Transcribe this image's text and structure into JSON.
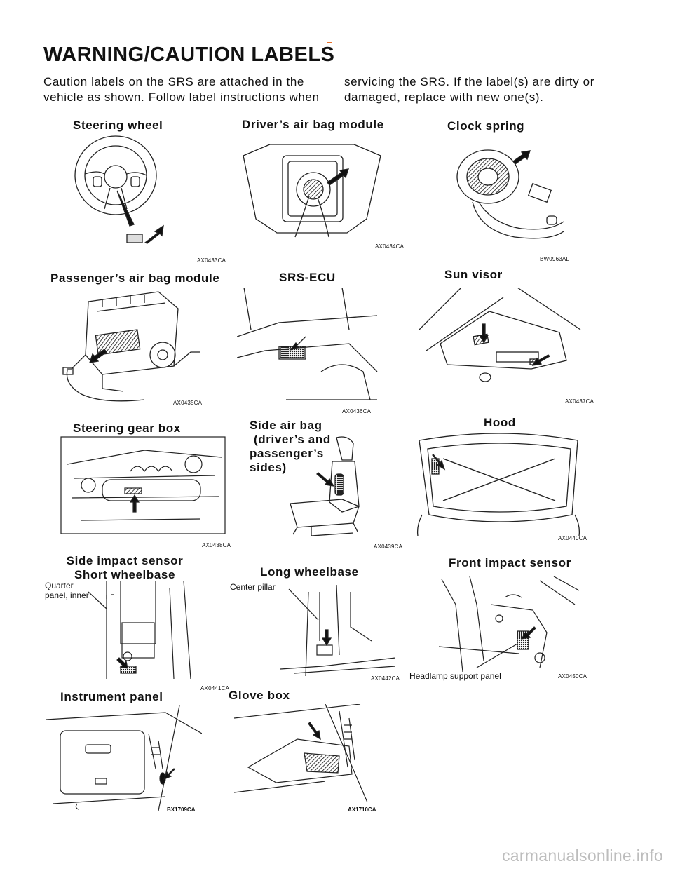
{
  "page": {
    "title": "WARNING/CAUTION LABELS",
    "intro_left_1": "Caution labels on the SRS are attached in the",
    "intro_left_2": "vehicle as shown. Follow label instructions when",
    "intro_right_1": "servicing the SRS. If the label(s) are dirty or",
    "intro_right_2": "damaged, replace with new one(s).",
    "watermark": "carmanualsonline.info"
  },
  "figures": {
    "steering_wheel": {
      "caption": "Steering wheel",
      "code": "AX0433CA"
    },
    "driver_airbag": {
      "caption": "Driver’s air bag module",
      "code": "AX0434CA"
    },
    "clock_spring": {
      "caption": "Clock spring",
      "code": "BW0963AL"
    },
    "passenger_airbag": {
      "caption": "Passenger’s air bag module",
      "code": "AX0435CA"
    },
    "srs_ecu": {
      "caption": "SRS-ECU",
      "code": "AX0436CA"
    },
    "sun_visor": {
      "caption": "Sun visor",
      "code": "AX0437CA"
    },
    "steering_gear": {
      "caption": "Steering gear box",
      "code": "AX0438CA"
    },
    "side_airbag": {
      "caption_1": "Side air bag",
      "caption_2": "(driver’s and",
      "caption_3": "passenger’s",
      "caption_4": "sides)",
      "code": "AX0439CA"
    },
    "hood": {
      "caption": "Hood",
      "code": "AX0440CA"
    },
    "side_impact_short": {
      "caption_1": "Side impact sensor",
      "caption_2": "Short wheelbase",
      "note_1": "Quarter",
      "note_2": "panel, inner",
      "code": "AX0441CA"
    },
    "side_impact_long": {
      "caption": "Long wheelbase",
      "note": "Center pillar",
      "code": "AX0442CA"
    },
    "front_impact": {
      "caption": "Front impact sensor",
      "note": "Headlamp support panel",
      "code": "AX0450CA"
    },
    "instrument_panel": {
      "caption": "Instrument panel",
      "code": "BX1709CA"
    },
    "glove_box": {
      "caption": "Glove box",
      "code": "AX1710CA"
    }
  }
}
